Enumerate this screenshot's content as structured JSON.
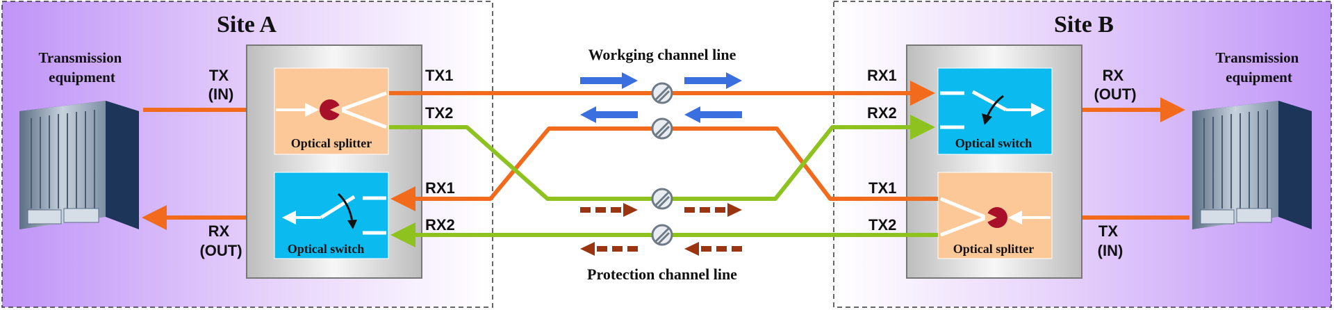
{
  "site_a": {
    "title": "Site A",
    "equipment_label_line1": "Transmission",
    "equipment_label_line2": "equipment",
    "tx_in_line1": "TX",
    "tx_in_line2": "(IN)",
    "rx_out_line1": "RX",
    "rx_out_line2": "(OUT)",
    "splitter_label": "Optical splitter",
    "switch_label": "Optical switch",
    "port_tx1": "TX1",
    "port_tx2": "TX2",
    "port_rx1": "RX1",
    "port_rx2": "RX2"
  },
  "site_b": {
    "title": "Site B",
    "equipment_label_line1": "Transmission",
    "equipment_label_line2": "equipment",
    "rx_out_line1": "RX",
    "rx_out_line2": "(OUT)",
    "tx_in_line1": "TX",
    "tx_in_line2": "(IN)",
    "switch_label": "Optical switch",
    "splitter_label": "Optical splitter",
    "port_rx1": "RX1",
    "port_rx2": "RX2",
    "port_tx1": "TX1",
    "port_tx2": "TX2"
  },
  "center": {
    "working_label": "Workging channel line",
    "protection_label": "Protection channel line"
  },
  "colors": {
    "orange_fiber": "#f26a1b",
    "green_fiber": "#8dc21f",
    "working_arrow": "#3a6fe0",
    "protection_arrow": "#9a3411",
    "splitter_fill": "#fcc898",
    "switch_fill": "#0bbbef",
    "splitter_dot": "#a8102a",
    "site_purple": "#bf94f7"
  }
}
